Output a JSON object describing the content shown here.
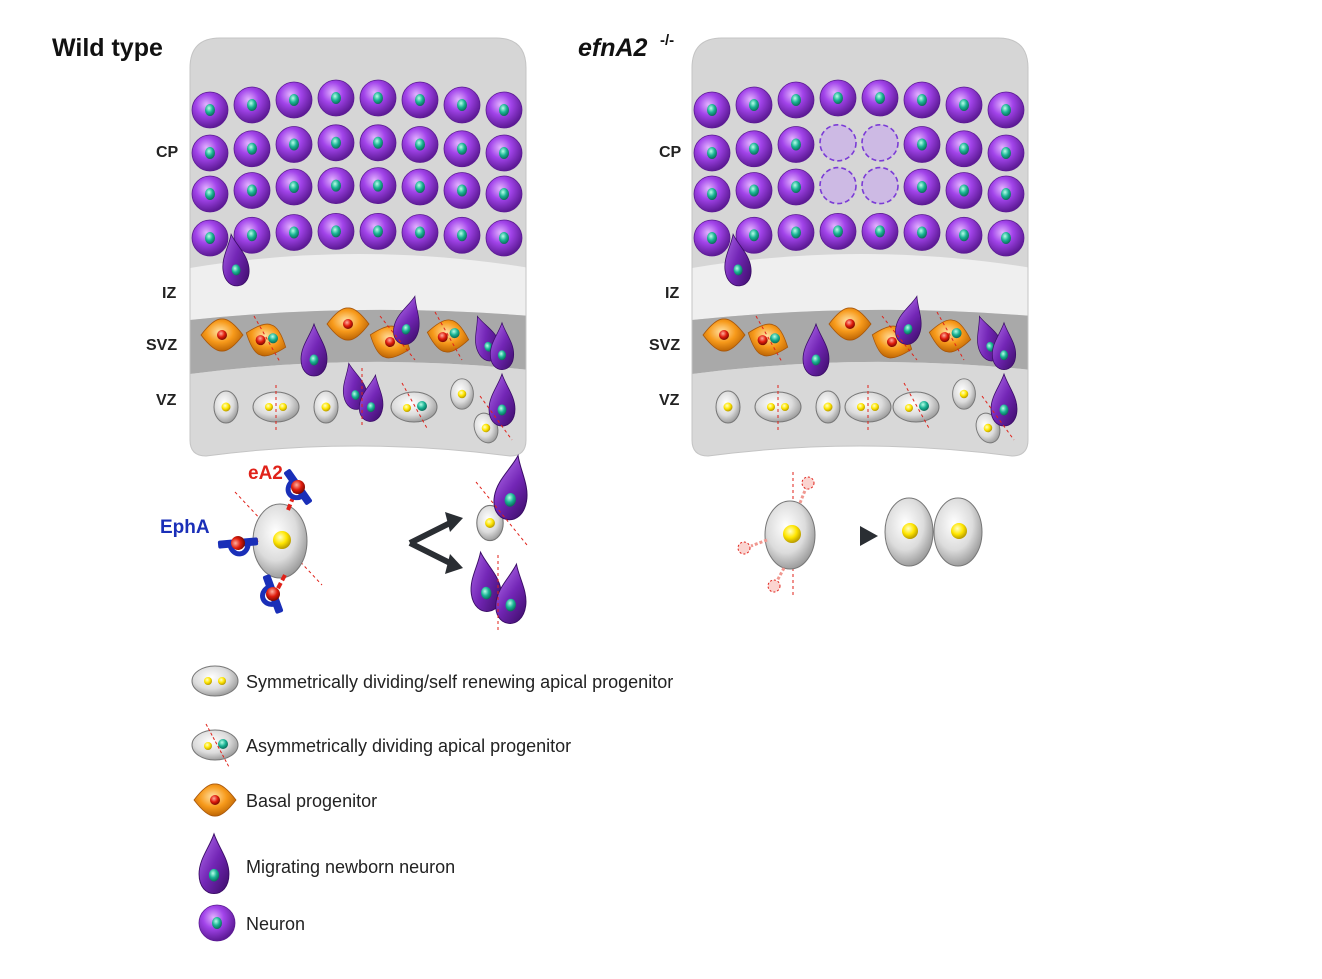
{
  "panels": {
    "wild_type": {
      "title": "Wild type",
      "zones": [
        "CP",
        "IZ",
        "SVZ",
        "VZ"
      ]
    },
    "knockout": {
      "title": "efnA2",
      "title_superscript": "-/-",
      "zones": [
        "CP",
        "IZ",
        "SVZ",
        "VZ"
      ]
    }
  },
  "mechanism": {
    "receptor_label": "EphA",
    "ligand_label": "eA2"
  },
  "legend": [
    {
      "icon": "symmetric-progenitor-icon",
      "label": "Symmetrically dividing/self renewing apical progenitor"
    },
    {
      "icon": "asymmetric-progenitor-icon",
      "label": "Asymmetrically dividing apical progenitor"
    },
    {
      "icon": "basal-progenitor-icon",
      "label": "Basal progenitor"
    },
    {
      "icon": "migrating-neuron-icon",
      "label": "Migrating newborn neuron"
    },
    {
      "icon": "neuron-icon",
      "label": "Neuron"
    }
  ],
  "colors": {
    "neuron": "#9333d6",
    "nucleus_teal": "#19b394",
    "nucleus_yellow": "#ffe600",
    "nucleus_red": "#e01c0c",
    "basal": "#f79a1b",
    "receptor": "#1a2fb8",
    "ligand": "#e0221a",
    "division_line": "#e0221a"
  }
}
